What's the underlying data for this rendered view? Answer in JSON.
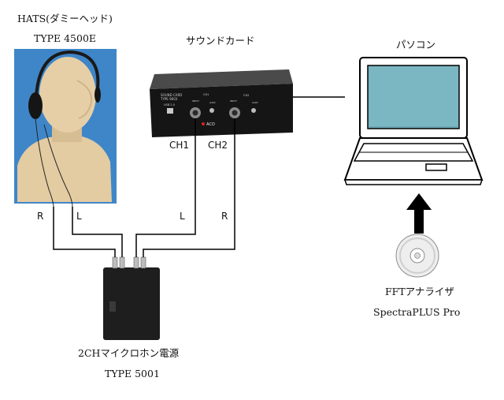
{
  "hats": {
    "title_jp": "HATS(ダミーヘッド)",
    "model": "TYPE 4500E",
    "left_label": "L",
    "right_label": "R"
  },
  "sound_card": {
    "title": "サウンドカード",
    "ch1": "CH1",
    "ch2": "CH2",
    "panel_text": [
      "SOUND CARD",
      "TYPE 9603",
      "USB 2.0",
      "INPUT",
      "GAIN",
      "CH1",
      "CH2",
      "ACO"
    ]
  },
  "pc": {
    "title": "パソコン"
  },
  "mic_power": {
    "title": "2CHマイクロホン電源",
    "model": "TYPE 5001"
  },
  "cable_labels": {
    "ch1_side": "L",
    "ch2_side": "R"
  },
  "software": {
    "name": "FFTアナライザ",
    "product": "SpectraPLUS Pro"
  },
  "colors": {
    "line": "#000000",
    "screen": "#7ab7c3",
    "hats_bg": "#3f86c8",
    "hats_skin": "#e3cba2",
    "device": "#1e1e1e"
  }
}
